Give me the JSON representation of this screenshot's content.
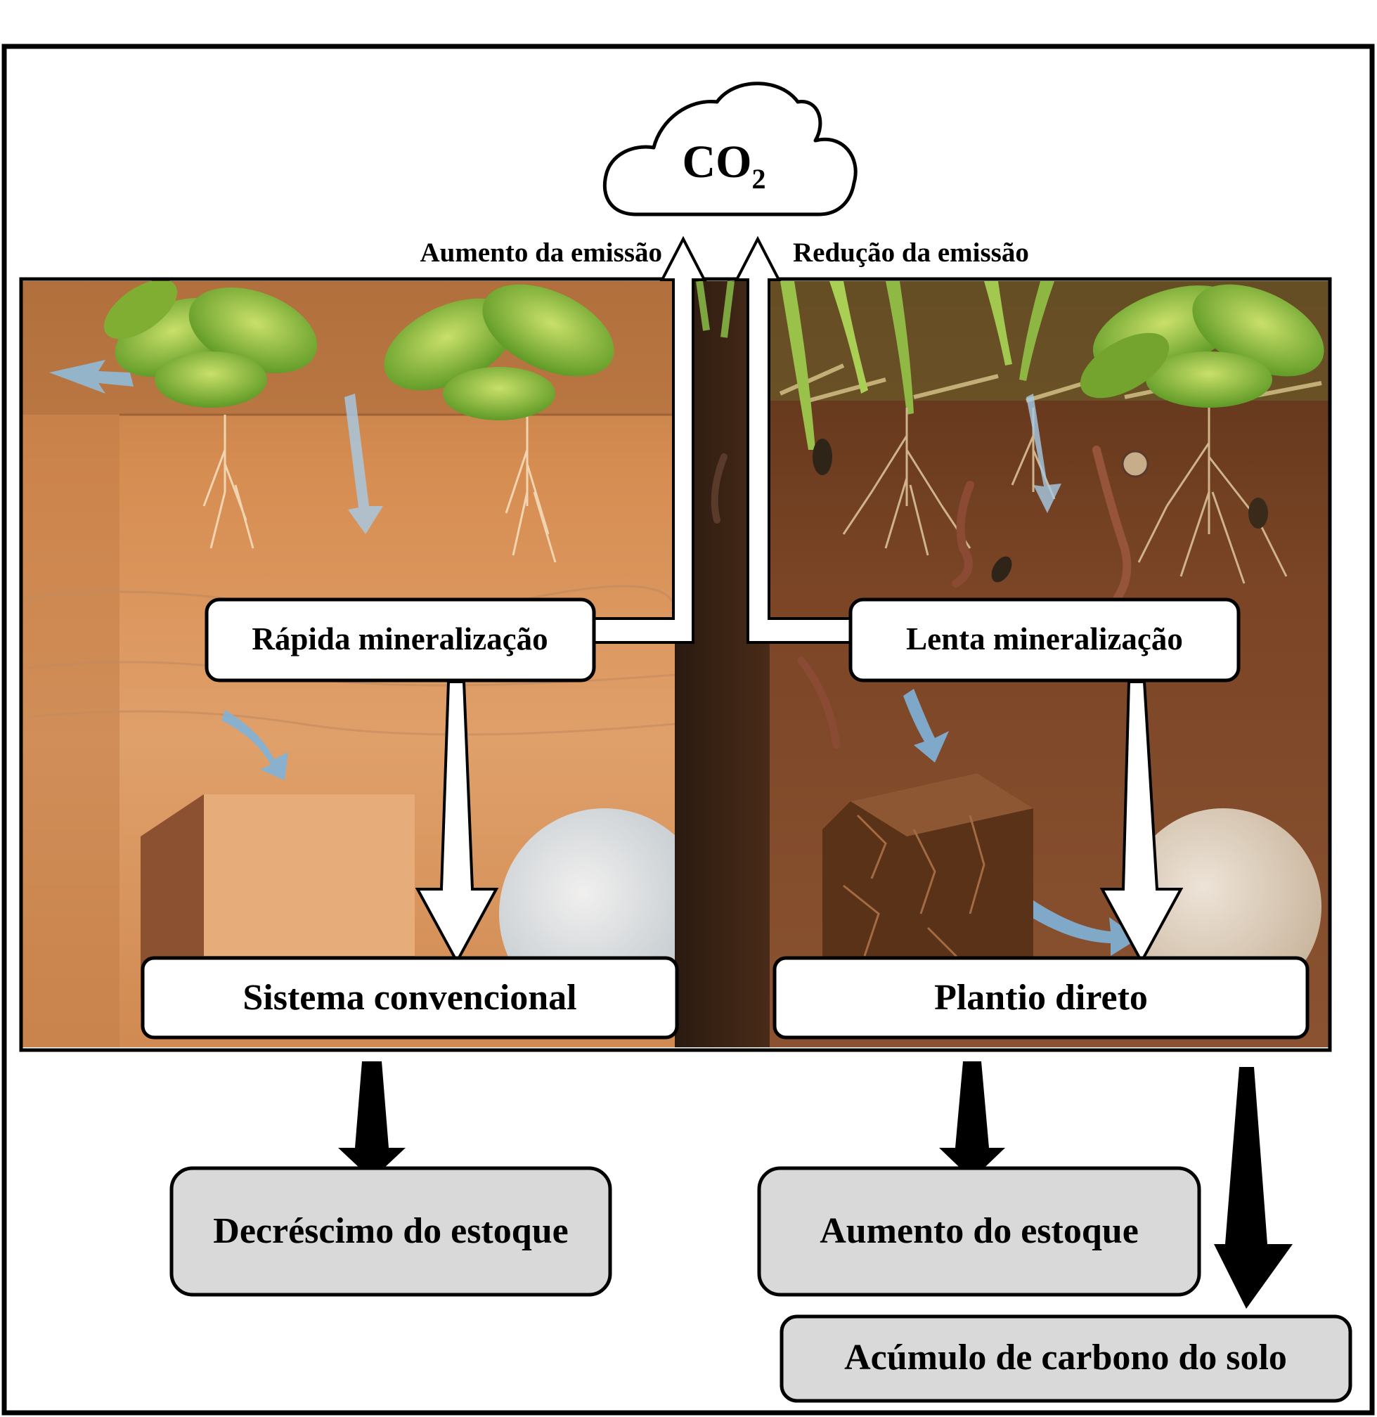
{
  "cloud": {
    "label": "CO",
    "subscript": "2"
  },
  "emission": {
    "increase": "Aumento da emissão",
    "reduction": "Redução da emissão"
  },
  "conventional": {
    "mineralization": "Rápida mineralização",
    "system": "Sistema convencional",
    "result": "Decréscimo do estoque"
  },
  "no_till": {
    "mineralization": "Lenta mineralização",
    "system": "Plantio direto",
    "result": "Aumento do estoque",
    "accumulation": "Acúmulo de carbono do solo"
  },
  "colors": {
    "frame": "#000000",
    "box_fill": "#ffffff",
    "result_fill": "#d9d9d9",
    "soil_conventional": "#d9935a",
    "soil_no_till": "#7a4424",
    "foliage": "#8fbf3a",
    "water_arrow": "#7fb3d9"
  }
}
